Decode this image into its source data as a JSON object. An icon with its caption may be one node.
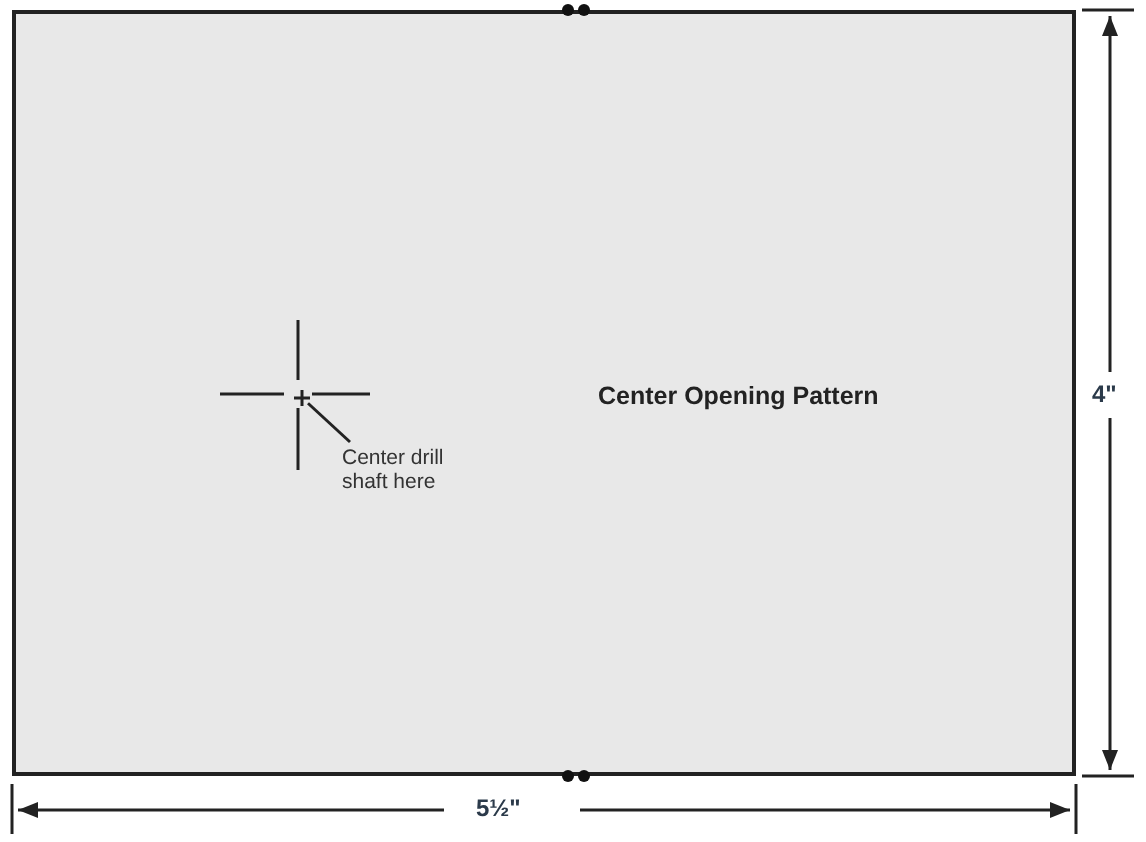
{
  "diagram": {
    "nodes": [
      {
        "text": [
          "Center Opening Pattern"
        ]
      },
      {
        "text": [
          "Center drill shaft here"
        ],
        "in": 0
      },
      {
        "text": [],
        "shape": "cross",
        "in": 0
      }
    ],
    "edges": [
      {
        "from": 1,
        "to": 2,
        "arrow": "none"
      }
    ],
    "labels": [
      "4\"",
      "5½\""
    ]
  }
}
